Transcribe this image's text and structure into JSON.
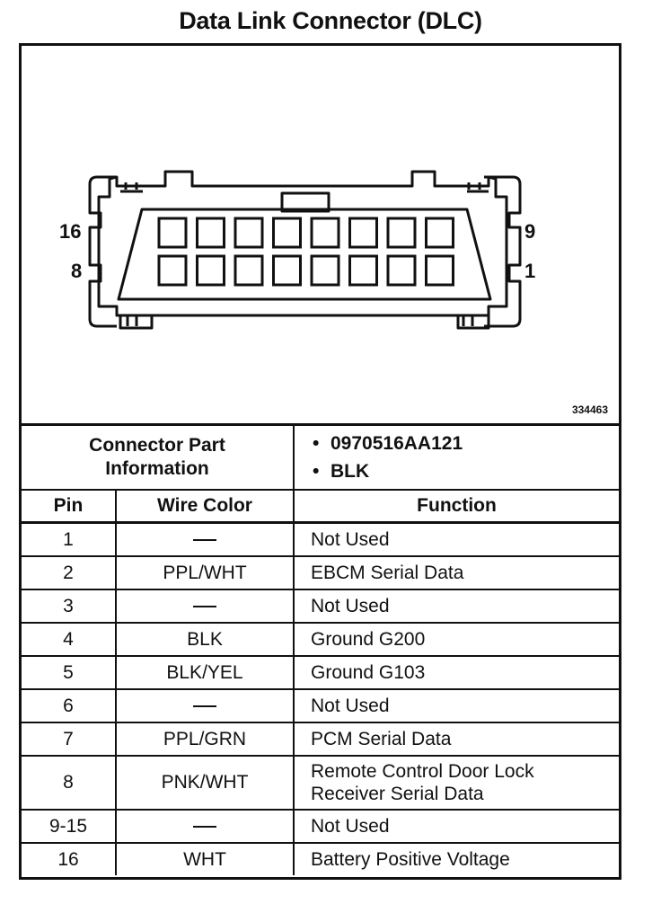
{
  "title": "Data Link Connector (DLC)",
  "diagram": {
    "pin_label_top_left": "16",
    "pin_label_bottom_left": "8",
    "pin_label_top_right": "9",
    "pin_label_bottom_right": "1",
    "reference_number": "334463"
  },
  "connector_info": {
    "label_line1": "Connector Part",
    "label_line2": "Information",
    "values": [
      "0970516AA121",
      "BLK"
    ]
  },
  "table": {
    "headers": [
      "Pin",
      "Wire Color",
      "Function"
    ],
    "rows": [
      {
        "pin": "1",
        "wire": "",
        "function": [
          "Not Used"
        ]
      },
      {
        "pin": "2",
        "wire": "PPL/WHT",
        "function": [
          "EBCM Serial Data"
        ]
      },
      {
        "pin": "3",
        "wire": "",
        "function": [
          "Not Used"
        ]
      },
      {
        "pin": "4",
        "wire": "BLK",
        "function": [
          "Ground G200"
        ]
      },
      {
        "pin": "5",
        "wire": "BLK/YEL",
        "function": [
          "Ground G103"
        ]
      },
      {
        "pin": "6",
        "wire": "",
        "function": [
          "Not Used"
        ]
      },
      {
        "pin": "7",
        "wire": "PPL/GRN",
        "function": [
          "PCM Serial Data"
        ]
      },
      {
        "pin": "8",
        "wire": "PNK/WHT",
        "function": [
          "Remote Control Door Lock",
          "Receiver Serial Data"
        ]
      },
      {
        "pin": "9-15",
        "wire": "",
        "function": [
          "Not Used"
        ]
      },
      {
        "pin": "16",
        "wire": "WHT",
        "function": [
          "Battery Positive Voltage"
        ]
      }
    ]
  }
}
